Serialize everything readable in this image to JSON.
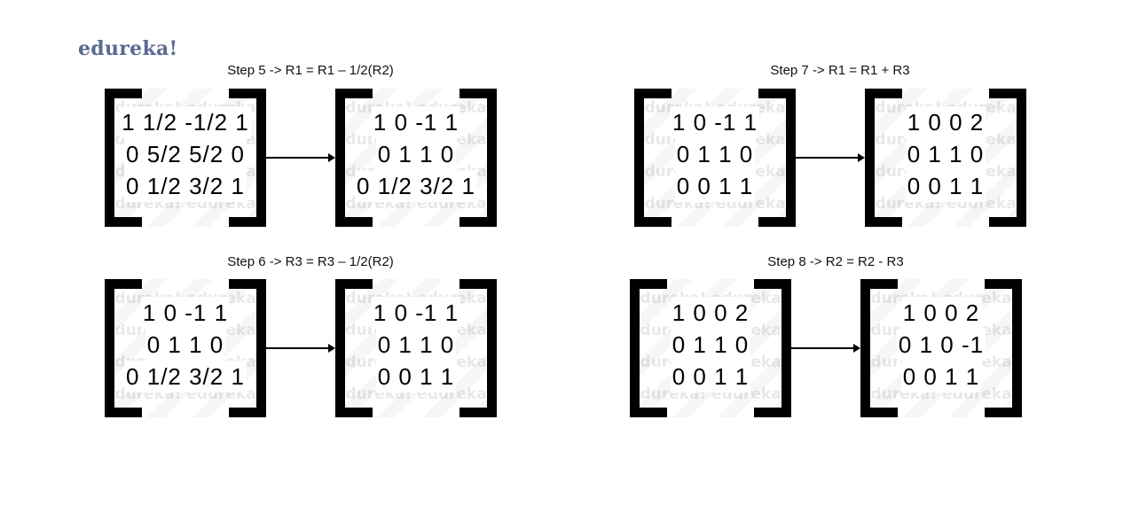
{
  "logo": "edureka!",
  "watermark": "edureka!",
  "steps": [
    {
      "title": "Step 5 -> R1 = R1 – 1/2(R2)",
      "before": [
        "1 1/2 -1/2 1",
        "0 5/2 5/2 0",
        "0 1/2 3/2 1"
      ],
      "after": [
        "1 0 -1 1",
        "0 1 1 0",
        "0 1/2 3/2 1"
      ]
    },
    {
      "title": "Step 6 -> R3 = R3 – 1/2(R2)",
      "before": [
        "1 0 -1 1",
        "0 1 1 0",
        "0 1/2 3/2 1"
      ],
      "after": [
        "1 0 -1 1",
        "0 1 1 0",
        "0 0 1 1"
      ]
    },
    {
      "title": "Step 7 -> R1 = R1 + R3",
      "before": [
        "1 0 -1 1",
        "0 1 1 0",
        "0 0 1 1"
      ],
      "after": [
        "1 0 0 2",
        "0 1 1 0",
        "0 0 1 1"
      ]
    },
    {
      "title": "Step 8 -> R2 = R2 - R3",
      "before": [
        "1 0 0 2",
        "0 1 1 0",
        "0 0 1 1"
      ],
      "after": [
        "1 0 0 2",
        "0 1 0 -1",
        "0 0 1 1"
      ]
    }
  ]
}
